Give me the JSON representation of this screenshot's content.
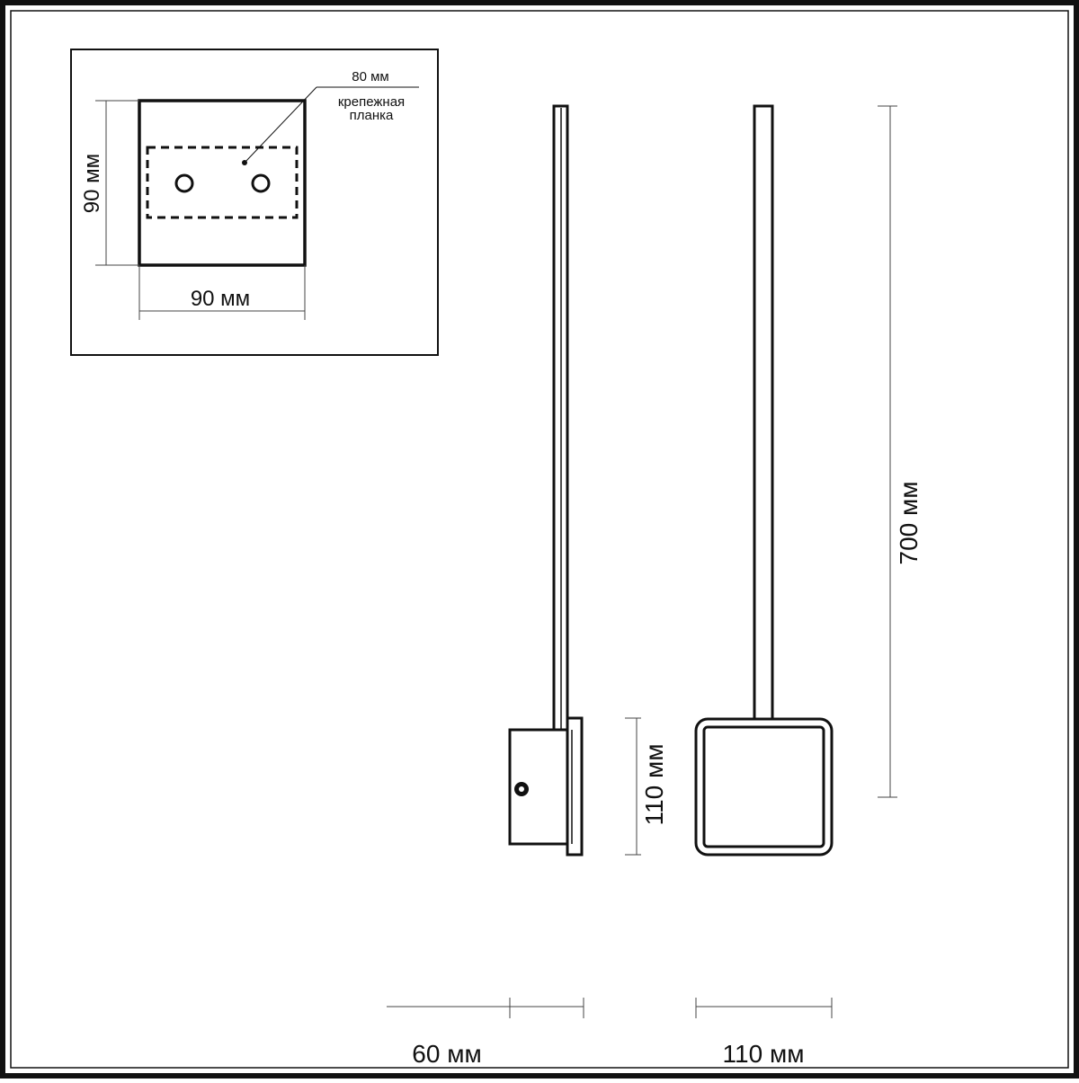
{
  "inset": {
    "width_label": "90 мм",
    "height_label": "90 мм",
    "bracket_width_label": "80 мм",
    "bracket_label_line1": "крепежная",
    "bracket_label_line2": "планка"
  },
  "side_view": {
    "depth_label": "60 мм",
    "base_height_label": "110 мм"
  },
  "front_view": {
    "width_label": "110 мм",
    "height_label": "700 мм"
  },
  "colors": {
    "line": "#111111",
    "background": "#ffffff",
    "dimension_line": "#444444"
  }
}
